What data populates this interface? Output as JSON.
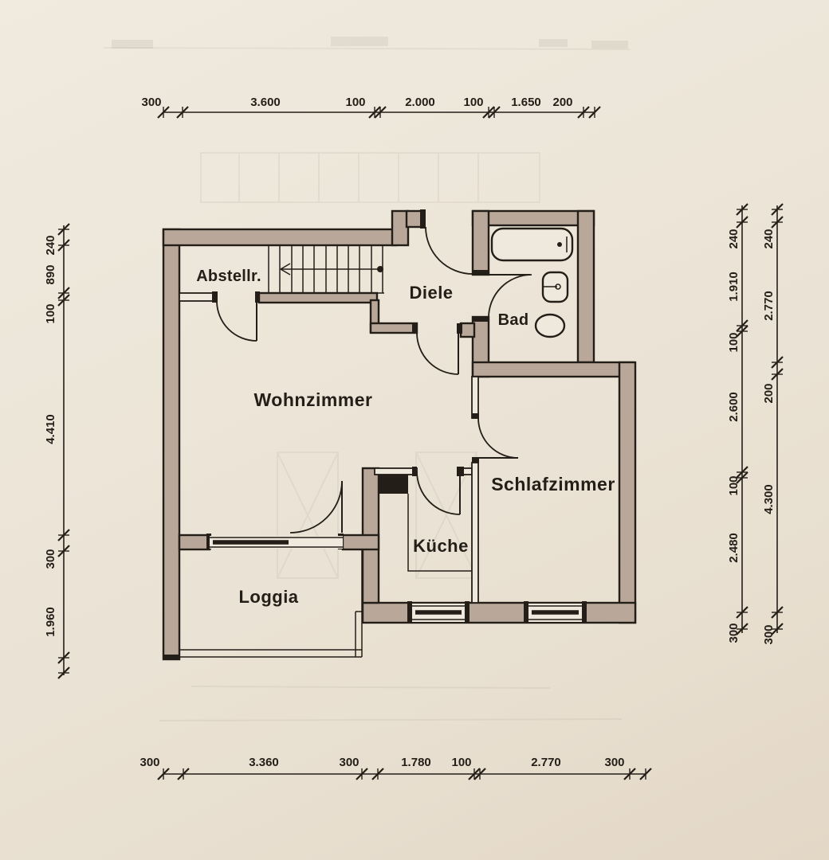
{
  "doc": {
    "type": "floor-plan"
  },
  "rooms": {
    "abstellraum": {
      "label": "Abstellr."
    },
    "diele": {
      "label": "Diele"
    },
    "bad": {
      "label": "Bad"
    },
    "wohnzimmer": {
      "label": "Wohnzimmer"
    },
    "schlafzimmer": {
      "label": "Schlafzimmer"
    },
    "kueche": {
      "label": "Küche"
    },
    "loggia": {
      "label": "Loggia"
    }
  },
  "dims": {
    "top": [
      "300",
      "3.600",
      "100",
      "2.000",
      "100",
      "1.650",
      "200"
    ],
    "bottom": [
      "300",
      "3.360",
      "300",
      "1.780",
      "100",
      "2.770",
      "300"
    ],
    "left": [
      "240",
      "890",
      "100",
      "4.410",
      "300",
      "1.960"
    ],
    "right_inner": [
      "240",
      "1.910",
      "100",
      "2.600",
      "100",
      "2.480",
      "300"
    ],
    "right_outer": [
      "240",
      "2.770",
      "200",
      "4.300",
      "300"
    ]
  },
  "fixtures": [
    "bathtub",
    "washbasin",
    "toilet",
    "stairs",
    "shaft"
  ],
  "colors": {
    "paper": "#ece4d6",
    "paper2": "#efe8dc",
    "wall_fill": "#b9a89a",
    "ink": "#241e18"
  }
}
